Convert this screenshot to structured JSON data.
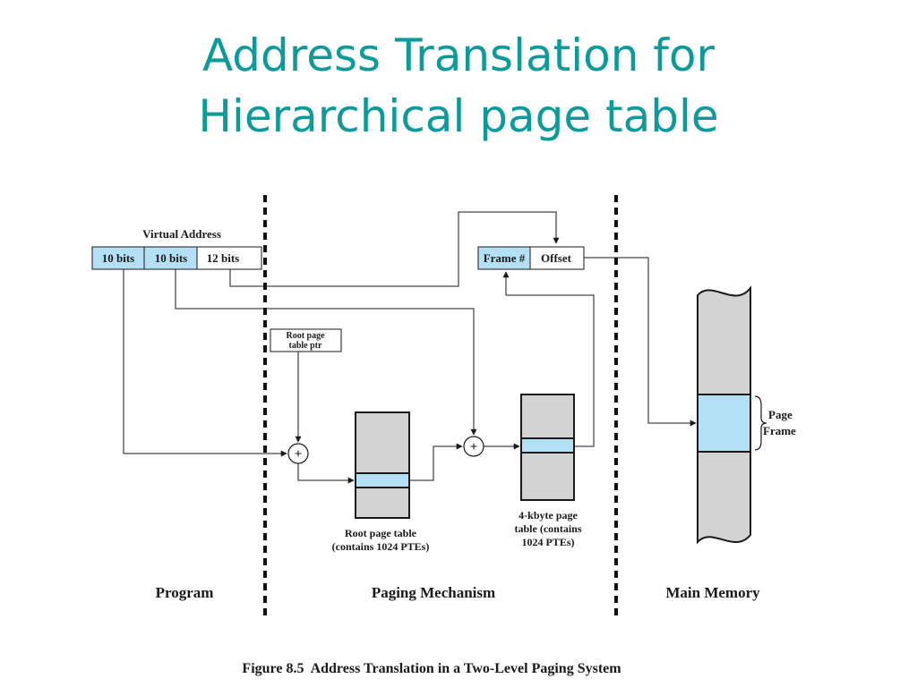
{
  "title": {
    "line1": "Address Translation for",
    "line2": "Hierarchical page table"
  },
  "diagram": {
    "virtual_address_label": "Virtual Address",
    "va_fields": [
      "10 bits",
      "10 bits",
      "12 bits"
    ],
    "physical_address_fields": [
      "Frame #",
      "Offset"
    ],
    "root_page_table_ptr": [
      "Root page",
      "table ptr"
    ],
    "root_page_table_caption": [
      "Root page table",
      "(contains 1024 PTEs)"
    ],
    "page_table_caption": [
      "4-kbyte page",
      "table (contains",
      "1024 PTEs)"
    ],
    "page_frame_label": [
      "Page",
      "Frame"
    ],
    "adder_symbol": "+",
    "regions": [
      "Program",
      "Paging Mechanism",
      "Main Memory"
    ],
    "colors": {
      "accent_fill": "#b3e0f5",
      "table_fill": "#d3d3d3",
      "title": "#0e9a9a"
    }
  },
  "caption": "Figure 8.5  Address Translation in a Two-Level Paging System"
}
